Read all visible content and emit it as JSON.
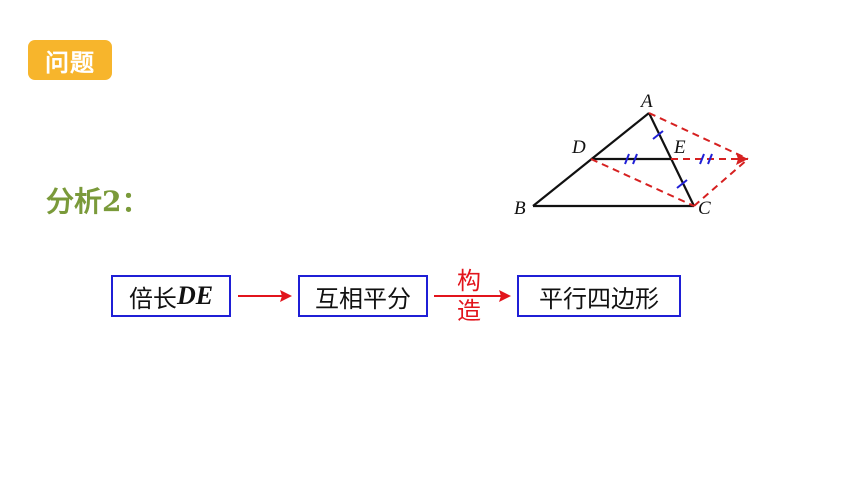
{
  "header": {
    "badge_label": "问题"
  },
  "analysis_label": "分析2：",
  "figure": {
    "point_labels": {
      "A": "A",
      "B": "B",
      "C": "C",
      "D": "D",
      "E": "E"
    },
    "colors": {
      "triangle": "#111111",
      "dashed": "#d62020",
      "ticks": "#1f1fd6"
    }
  },
  "flow": {
    "step1_prefix": "倍长",
    "step1_var": "DE",
    "step2": "互相平分",
    "step3": "平行四边形",
    "construct_line1": "构",
    "construct_line2": "造",
    "box_border_color": "#1f1fd6",
    "arrow_color": "#e2141c"
  }
}
